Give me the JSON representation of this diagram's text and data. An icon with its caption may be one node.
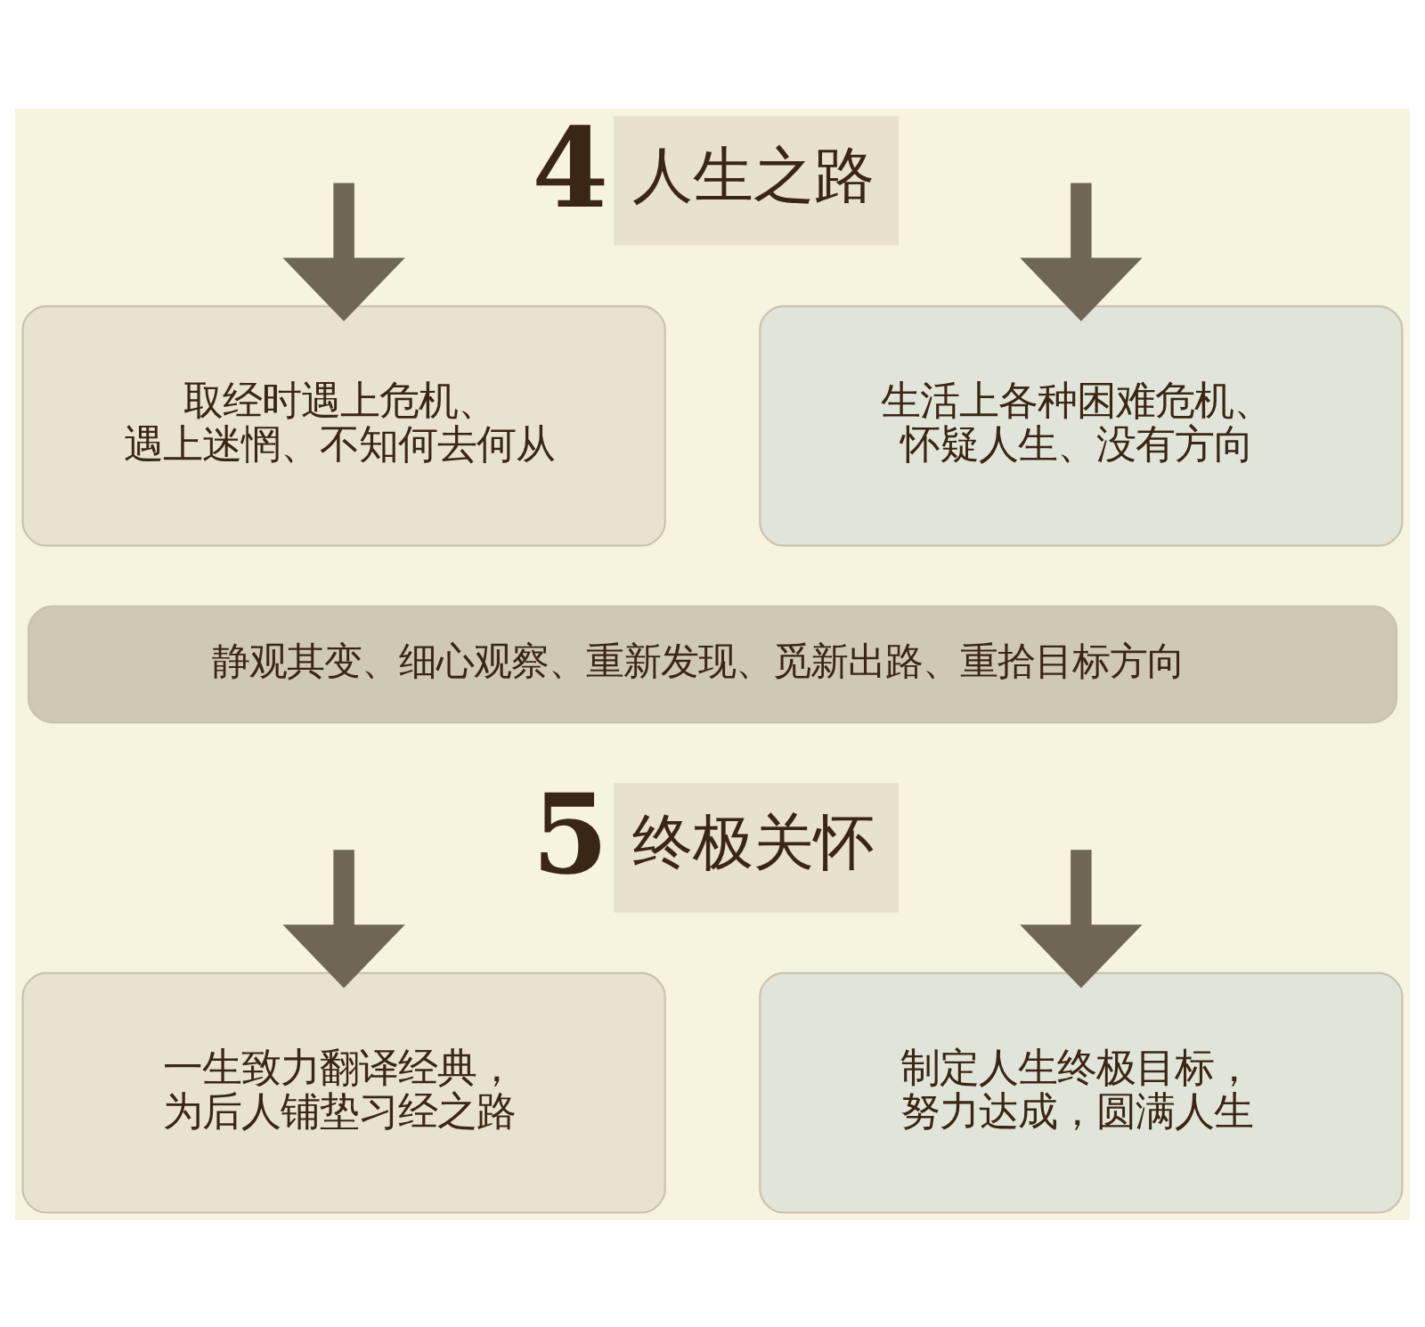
{
  "diagram": {
    "nodes": [
      {
        "text": [
          "4",
          "人生之路"
        ]
      },
      {
        "text": [
          "取经时遇上危机、遇上迷惘、不知何去何从"
        ]
      },
      {
        "text": [
          "生活上各种困难危机、怀疑人生、没有方向"
        ]
      },
      {
        "text": [
          "静观其变、细心观察、重新发现、觅新出路、重拾目标方向"
        ]
      },
      {
        "text": [
          "5",
          "终极关怀"
        ]
      },
      {
        "text": [
          "一生致力翻译经典，为后人铺垫习经之路"
        ]
      },
      {
        "text": [
          "制定人生终极目标，努力达成，圆满人生"
        ]
      }
    ],
    "edges": [
      {
        "from": null,
        "to": 1,
        "arrow": "to"
      },
      {
        "from": null,
        "to": 2,
        "arrow": "to"
      },
      {
        "from": null,
        "to": 5,
        "arrow": "to"
      },
      {
        "from": null,
        "to": 6,
        "arrow": "to"
      }
    ]
  }
}
